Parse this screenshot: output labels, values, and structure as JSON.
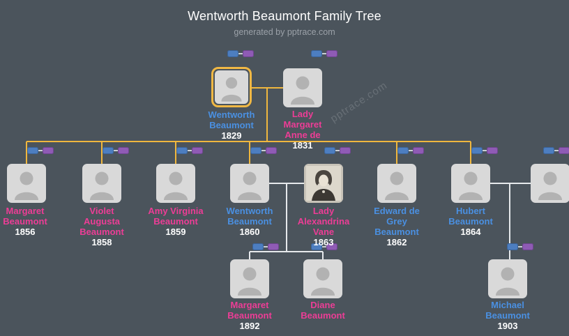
{
  "header": {
    "title": "Wentworth Beaumont Family Tree",
    "subtitle": "generated by pptrace.com"
  },
  "watermark": "pptrace.com",
  "theme": {
    "background": "#4b545c",
    "card_color": "#d9d9d9",
    "male_name_color": "#4a90e2",
    "female_name_color": "#ed3d96",
    "year_color": "#ffffff",
    "highlight_color": "#f0b844",
    "highlight_line_color": "#f0b73e",
    "connector_color": "#e6e9ec",
    "pill_blue": "#4d7ec0",
    "pill_purple": "#8f5bb5"
  },
  "people": [
    {
      "name": "Wentworth Beaumont",
      "year": "1829",
      "gender": "male",
      "highlighted": true
    },
    {
      "name": "Lady Margaret Anne de",
      "year": "1831",
      "gender": "female"
    },
    {
      "name": "Margaret Beaumont",
      "year": "1856",
      "gender": "female"
    },
    {
      "name": "Violet Augusta Beaumont",
      "year": "1858",
      "gender": "female"
    },
    {
      "name": "Amy Virginia Beaumont",
      "year": "1859",
      "gender": "female"
    },
    {
      "name": "Wentworth Beaumont",
      "year": "1860",
      "gender": "male"
    },
    {
      "name": "Lady Alexandrina Vane",
      "year": "1863",
      "gender": "female",
      "has_photo": true
    },
    {
      "name": "Edward de Grey Beaumont",
      "year": "1862",
      "gender": "male"
    },
    {
      "name": "Hubert Beaumont",
      "year": "1864",
      "gender": "male"
    },
    {
      "name": "",
      "year": "",
      "gender": "unknown"
    },
    {
      "name": "Margaret Beaumont",
      "year": "1892",
      "gender": "female"
    },
    {
      "name": "Diane Beaumont",
      "year": "",
      "gender": "female"
    },
    {
      "name": "Michael Beaumont",
      "year": "1903",
      "gender": "male"
    }
  ]
}
